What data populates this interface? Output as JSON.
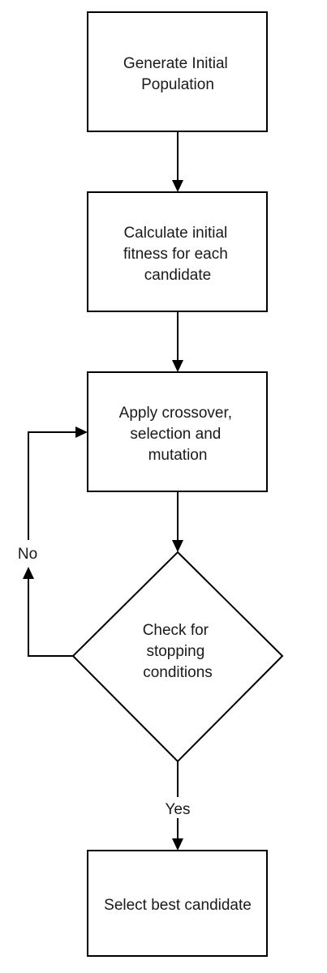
{
  "diagram": {
    "nodes": [
      {
        "id": "generate",
        "shape": "rect",
        "lines": [
          "Generate Initial",
          "Population"
        ]
      },
      {
        "id": "fitness",
        "shape": "rect",
        "lines": [
          "Calculate initial",
          "fitness for each",
          "candidate"
        ]
      },
      {
        "id": "apply",
        "shape": "rect",
        "lines": [
          "Apply crossover,",
          "selection and",
          "mutation"
        ]
      },
      {
        "id": "check",
        "shape": "diamond",
        "lines": [
          "Check for",
          "stopping",
          "conditions"
        ]
      },
      {
        "id": "select",
        "shape": "rect",
        "lines": [
          "Select best candidate"
        ]
      }
    ],
    "edges": [
      {
        "from": "generate",
        "to": "fitness",
        "label": ""
      },
      {
        "from": "fitness",
        "to": "apply",
        "label": ""
      },
      {
        "from": "apply",
        "to": "check",
        "label": ""
      },
      {
        "from": "check",
        "to": "apply",
        "label": "No"
      },
      {
        "from": "check",
        "to": "select",
        "label": "Yes"
      }
    ],
    "colors": {
      "stroke": "#000000",
      "fill": "#ffffff",
      "text": "#1a1a1a"
    }
  }
}
